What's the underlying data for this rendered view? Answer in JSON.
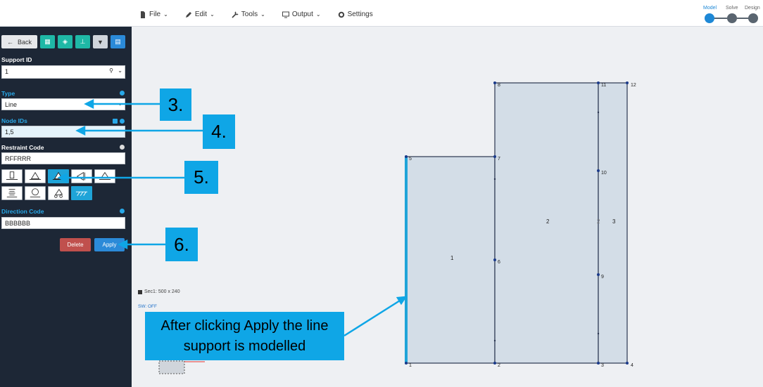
{
  "menu": {
    "file": "File",
    "edit": "Edit",
    "tools": "Tools",
    "output": "Output",
    "settings": "Settings"
  },
  "steps": {
    "model": "Model",
    "solve": "Solve",
    "design": "Design"
  },
  "sidebar": {
    "back": "Back",
    "support_id_label": "Support ID",
    "support_id_value": "1",
    "type_label": "Type",
    "type_value": "Line",
    "node_ids_label": "Node IDs",
    "node_ids_value": "1,5",
    "restraint_label": "Restraint Code",
    "restraint_value": "RFFRRR",
    "direction_label": "Direction Code",
    "direction_value": "BBBBBB",
    "delete": "Delete",
    "apply": "Apply"
  },
  "canvas": {
    "section": "Sec1: 500 x 240",
    "sw": "SW: OFF",
    "nodes": [
      "1",
      "2",
      "3",
      "4",
      "5",
      "6",
      "7",
      "8",
      "9",
      "10",
      "11",
      "12"
    ],
    "plates": [
      "1",
      "2",
      "2",
      "3"
    ]
  },
  "callouts": {
    "c3": "3.",
    "c4": "4.",
    "c5": "5.",
    "c6": "6.",
    "note": "After clicking Apply the line support is modelled"
  },
  "colors": {
    "sidebar": "#1d2736",
    "accent_blue": "#2b8ad8",
    "teal": "#1fb8a6",
    "callout": "#0fa6e6",
    "delete": "#c0504d",
    "plate": "#d3dde7"
  }
}
